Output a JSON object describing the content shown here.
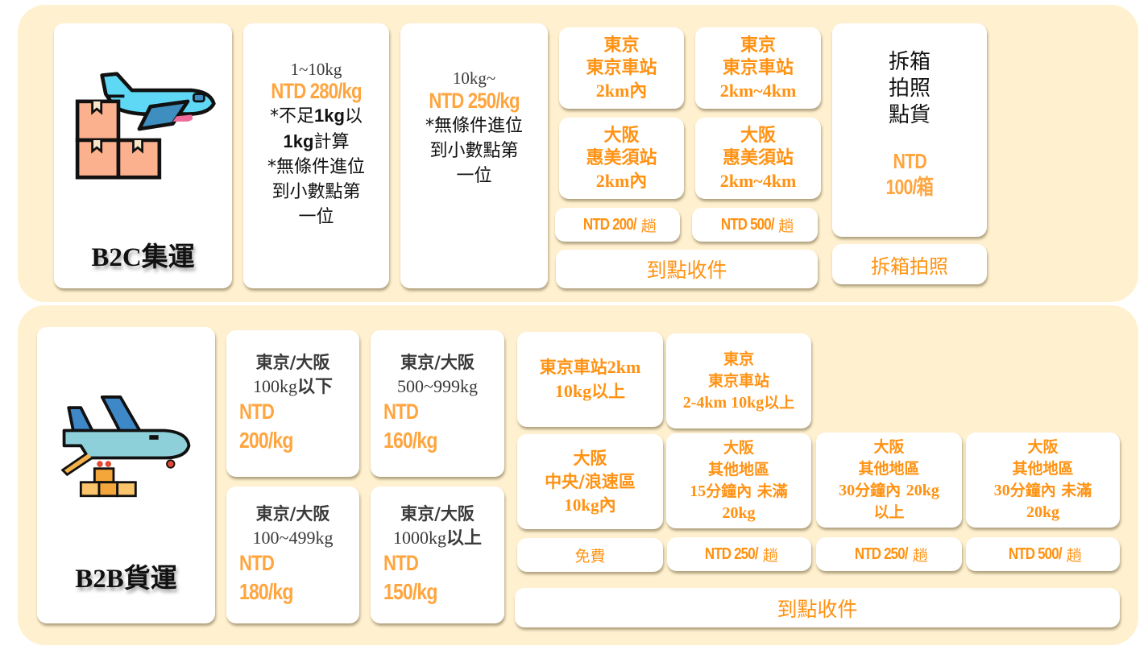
{
  "colors": {
    "panel_bg": "#fff1cf",
    "card_bg": "#ffffff",
    "accent_orange": "#ff9212",
    "price_orange": "#ffa53f",
    "text_dark": "#111111"
  },
  "b2c": {
    "title": "B2C集運",
    "icon": "airplane-with-boxes-icon",
    "rate_1": {
      "weight": "1~10kg",
      "price": "NTD 280/kg",
      "note_1a": "*不足",
      "note_1b": "1kg",
      "note_1c": "以",
      "note_2a": "1kg",
      "note_2b": "計算",
      "note_3": "*無條件進位",
      "note_4": "到小數點第",
      "note_5": "一位"
    },
    "rate_2": {
      "weight": "10kg~",
      "price": "NTD 250/kg",
      "note_1": "*無條件進位",
      "note_2": "到小數點第",
      "note_3": "一位"
    },
    "pickup": {
      "zones": [
        {
          "city": "東京",
          "station": "東京車站",
          "distance": "2km內"
        },
        {
          "city": "東京",
          "station": "東京車站",
          "distance": "2km~4km"
        },
        {
          "city": "大阪",
          "station": "惠美須站",
          "distance": "2km內"
        },
        {
          "city": "大阪",
          "station": "惠美須站",
          "distance": "2km~4km"
        }
      ],
      "fees": [
        {
          "amount": "NTD 200/",
          "unit": "趟"
        },
        {
          "amount": "NTD 500/",
          "unit": "趟"
        }
      ],
      "label": "到點收件"
    },
    "unboxing": {
      "line_1": "拆箱",
      "line_2": "拍照",
      "line_3": "點貨",
      "price_1": "NTD",
      "price_2": "100/箱",
      "label": "拆箱拍照"
    }
  },
  "b2b": {
    "title": "B2B貨運",
    "icon": "cargo-plane-loading-icon",
    "rates": [
      {
        "route": "東京/大阪",
        "weight": "100kg",
        "weight_suffix": "以下",
        "price_1": "NTD",
        "price_2": "200/kg"
      },
      {
        "route": "東京/大阪",
        "weight": "500~999kg",
        "weight_suffix": "",
        "price_1": "NTD",
        "price_2": "160/kg"
      },
      {
        "route": "東京/大阪",
        "weight": "100~499kg",
        "weight_suffix": "",
        "price_1": "NTD",
        "price_2": "180/kg"
      },
      {
        "route": "東京/大阪",
        "weight": "1000kg",
        "weight_suffix": "以上",
        "price_1": "NTD",
        "price_2": "150/kg"
      }
    ],
    "pickup": {
      "tokyo": [
        {
          "line_1": "東京車站",
          "line_1b": "2km",
          "line_2a": "10kg",
          "line_2b": "以上"
        },
        {
          "line_1": "東京",
          "line_2": "東京車站",
          "line_3a": "2-4km 10kg",
          "line_3b": "以上"
        }
      ],
      "osaka": [
        {
          "line_1": "大阪",
          "line_2": "中央/浪速區",
          "line_3a": "10kg",
          "line_3b": "內",
          "fee": "免費"
        },
        {
          "line_1": "大阪",
          "line_2": "其他地區",
          "line_3a": "15",
          "line_3b": "分鐘內 未滿",
          "line_4": "20kg",
          "fee_amount": "NTD 250/",
          "fee_unit": "趟"
        },
        {
          "line_1": "大阪",
          "line_2": "其他地區",
          "line_3a": "30",
          "line_3b": "分鐘內 ",
          "line_3c": "20kg",
          "line_4": "以上",
          "fee_amount": "NTD 250/",
          "fee_unit": "趟"
        },
        {
          "line_1": "大阪",
          "line_2": "其他地區",
          "line_3a": "30",
          "line_3b": "分鐘內 未滿",
          "line_4": "20kg",
          "fee_amount": "NTD 500/",
          "fee_unit": "趟"
        }
      ],
      "label": "到點收件"
    }
  }
}
